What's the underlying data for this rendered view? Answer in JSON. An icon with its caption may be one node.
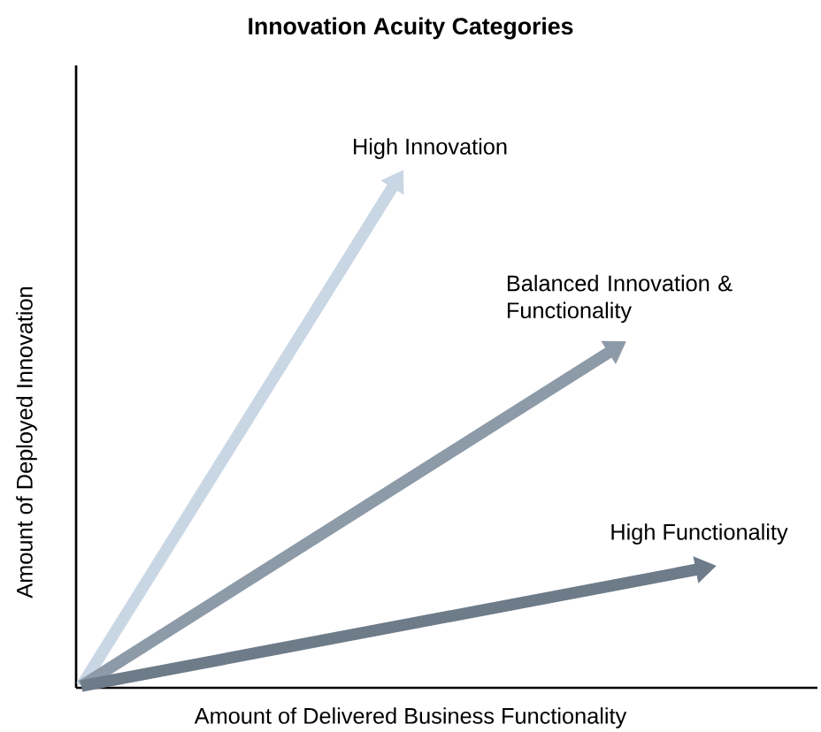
{
  "diagram": {
    "title": "Innovation Acuity Categories",
    "nodes": [
      {
        "text": [
          "High Innovation"
        ]
      },
      {
        "text": [
          "Balanced Innovation & Functionality"
        ]
      },
      {
        "text": [
          "High Functionality"
        ]
      }
    ],
    "edges": [
      {
        "from": null,
        "to": 0,
        "arrow": "to",
        "color": "#c9d6e4"
      },
      {
        "from": null,
        "to": 1,
        "arrow": "to",
        "color": "#8d9aa8"
      },
      {
        "from": null,
        "to": 2,
        "arrow": "to",
        "color": "#6e7b89"
      }
    ],
    "labels": [
      "Amount of Deployed Innovation",
      "Amount of Delivered Business Functionality"
    ]
  }
}
